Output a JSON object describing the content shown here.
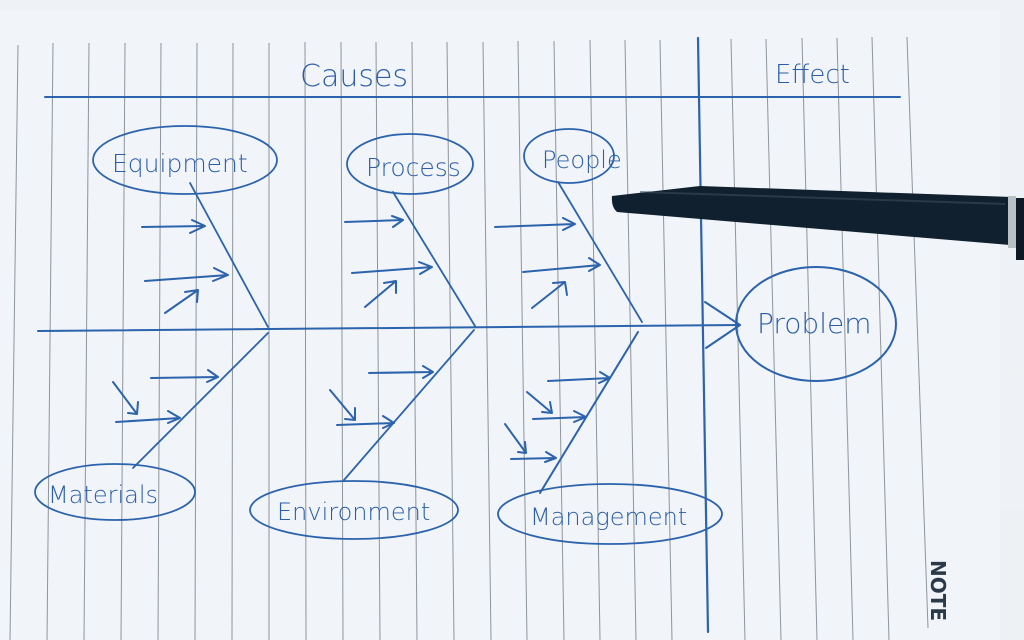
{
  "photo": {
    "description": "Hand-drawn fishbone (Ishikawa) diagram on lined notebook paper with a black pen",
    "ink_color": "#2c63ad",
    "paper_color": "#eef2f7",
    "pen_color": "#10202e"
  },
  "diagram": {
    "header_causes": "Causes",
    "header_effect": "Effect",
    "effect_label": "Problem",
    "categories_top": [
      "Equipment",
      "Process",
      "People"
    ],
    "categories_bottom": [
      "Materials",
      "Environment",
      "Management"
    ]
  },
  "notebook": {
    "brand_text": "NOTE"
  }
}
